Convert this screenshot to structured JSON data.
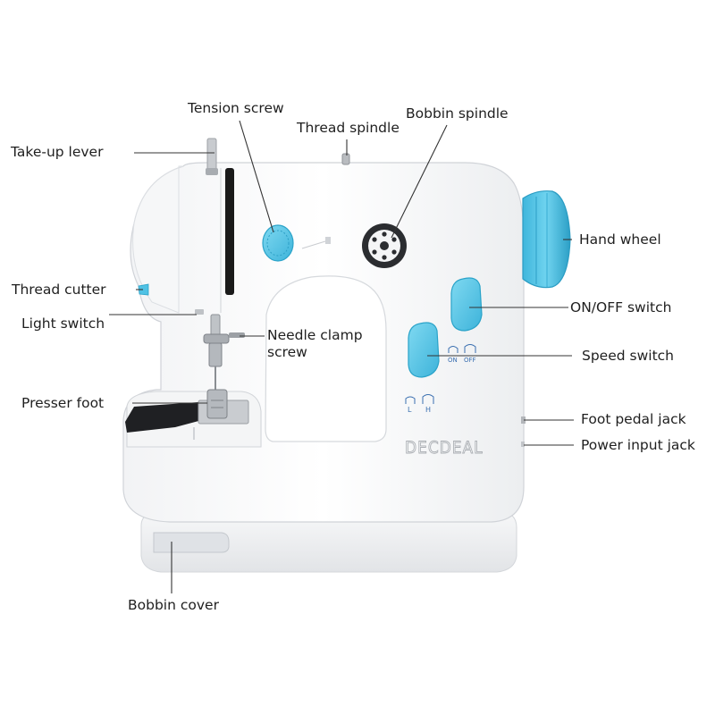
{
  "image": {
    "subject": "Portable mini sewing machine",
    "brand_logo": "DECDEAL",
    "colors": {
      "body": "#ffffff",
      "body_shade": "#e9eaec",
      "accent": "#55c8e8",
      "accent_dark": "#2aa3c9",
      "black": "#1a1a1a",
      "metal": "#b9bcc0"
    }
  },
  "labels": {
    "tension_screw": "Tension screw",
    "thread_spindle": "Thread spindle",
    "bobbin_spindle": "Bobbin spindle",
    "take_up_lever": "Take-up lever",
    "hand_wheel": "Hand wheel",
    "thread_cutter": "Thread cutter",
    "light_switch": "Light switch",
    "needle_clamp_screw": "Needle clamp screw",
    "on_off_switch": "ON/OFF switch",
    "speed_switch": "Speed switch",
    "presser_foot": "Presser foot",
    "foot_pedal_jack": "Foot pedal jack",
    "power_input_jack": "Power input jack",
    "bobbin_cover": "Bobbin cover"
  },
  "panel_markings": {
    "on": "ON",
    "off": "OFF",
    "low": "L",
    "high": "H"
  }
}
